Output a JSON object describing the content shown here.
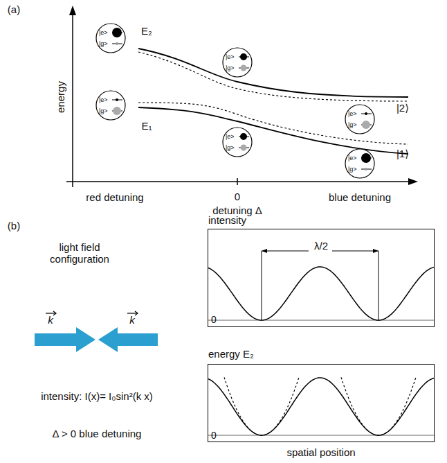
{
  "diagram": {
    "nodes": [
      {
        "text": [
          "|e>",
          "|g>"
        ]
      },
      {
        "text": [
          "|e>",
          "|g>"
        ]
      },
      {
        "text": [
          "|e>",
          "|g>"
        ]
      },
      {
        "text": [
          "|e>",
          "|g>"
        ]
      },
      {
        "text": [
          "|e>",
          "|g>"
        ]
      },
      {
        "text": [
          "|e>",
          "|g>"
        ]
      },
      {
        "text": [
          "intensity",
          "λ/2",
          "0"
        ]
      },
      {
        "text": [
          "energy E₂",
          "0"
        ]
      }
    ],
    "edges": [],
    "labels": [
      "(a)",
      "energy",
      "E₂",
      "E₁",
      "red detuning",
      "0",
      "detuning Δ",
      "blue detuning",
      "|2⟩",
      "|1⟩",
      "(b)",
      "light field configuration",
      "k",
      "k",
      "intensity: I(x)= I₀sin²(k x)",
      "Δ > 0 blue detuning",
      "spatial position"
    ]
  }
}
